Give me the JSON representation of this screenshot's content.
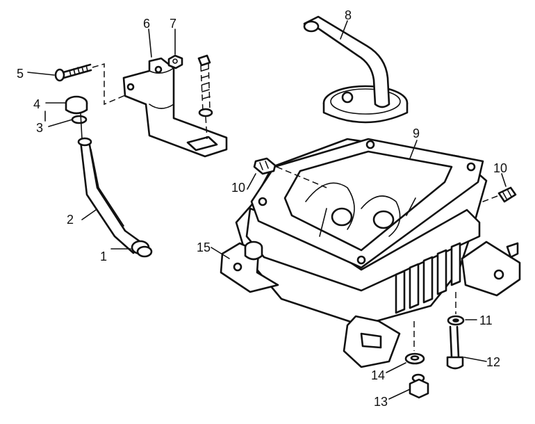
{
  "callouts": {
    "c1": "1",
    "c2": "2",
    "c3": "3",
    "c4": "4",
    "c5": "5",
    "c6": "6",
    "c7": "7",
    "c8": "8",
    "c9": "9",
    "c10a": "10",
    "c10b": "10",
    "c11": "11",
    "c12": "12",
    "c13": "13",
    "c14": "14",
    "c15": "15"
  },
  "colors": {
    "line": "#111111",
    "background": "#ffffff"
  }
}
